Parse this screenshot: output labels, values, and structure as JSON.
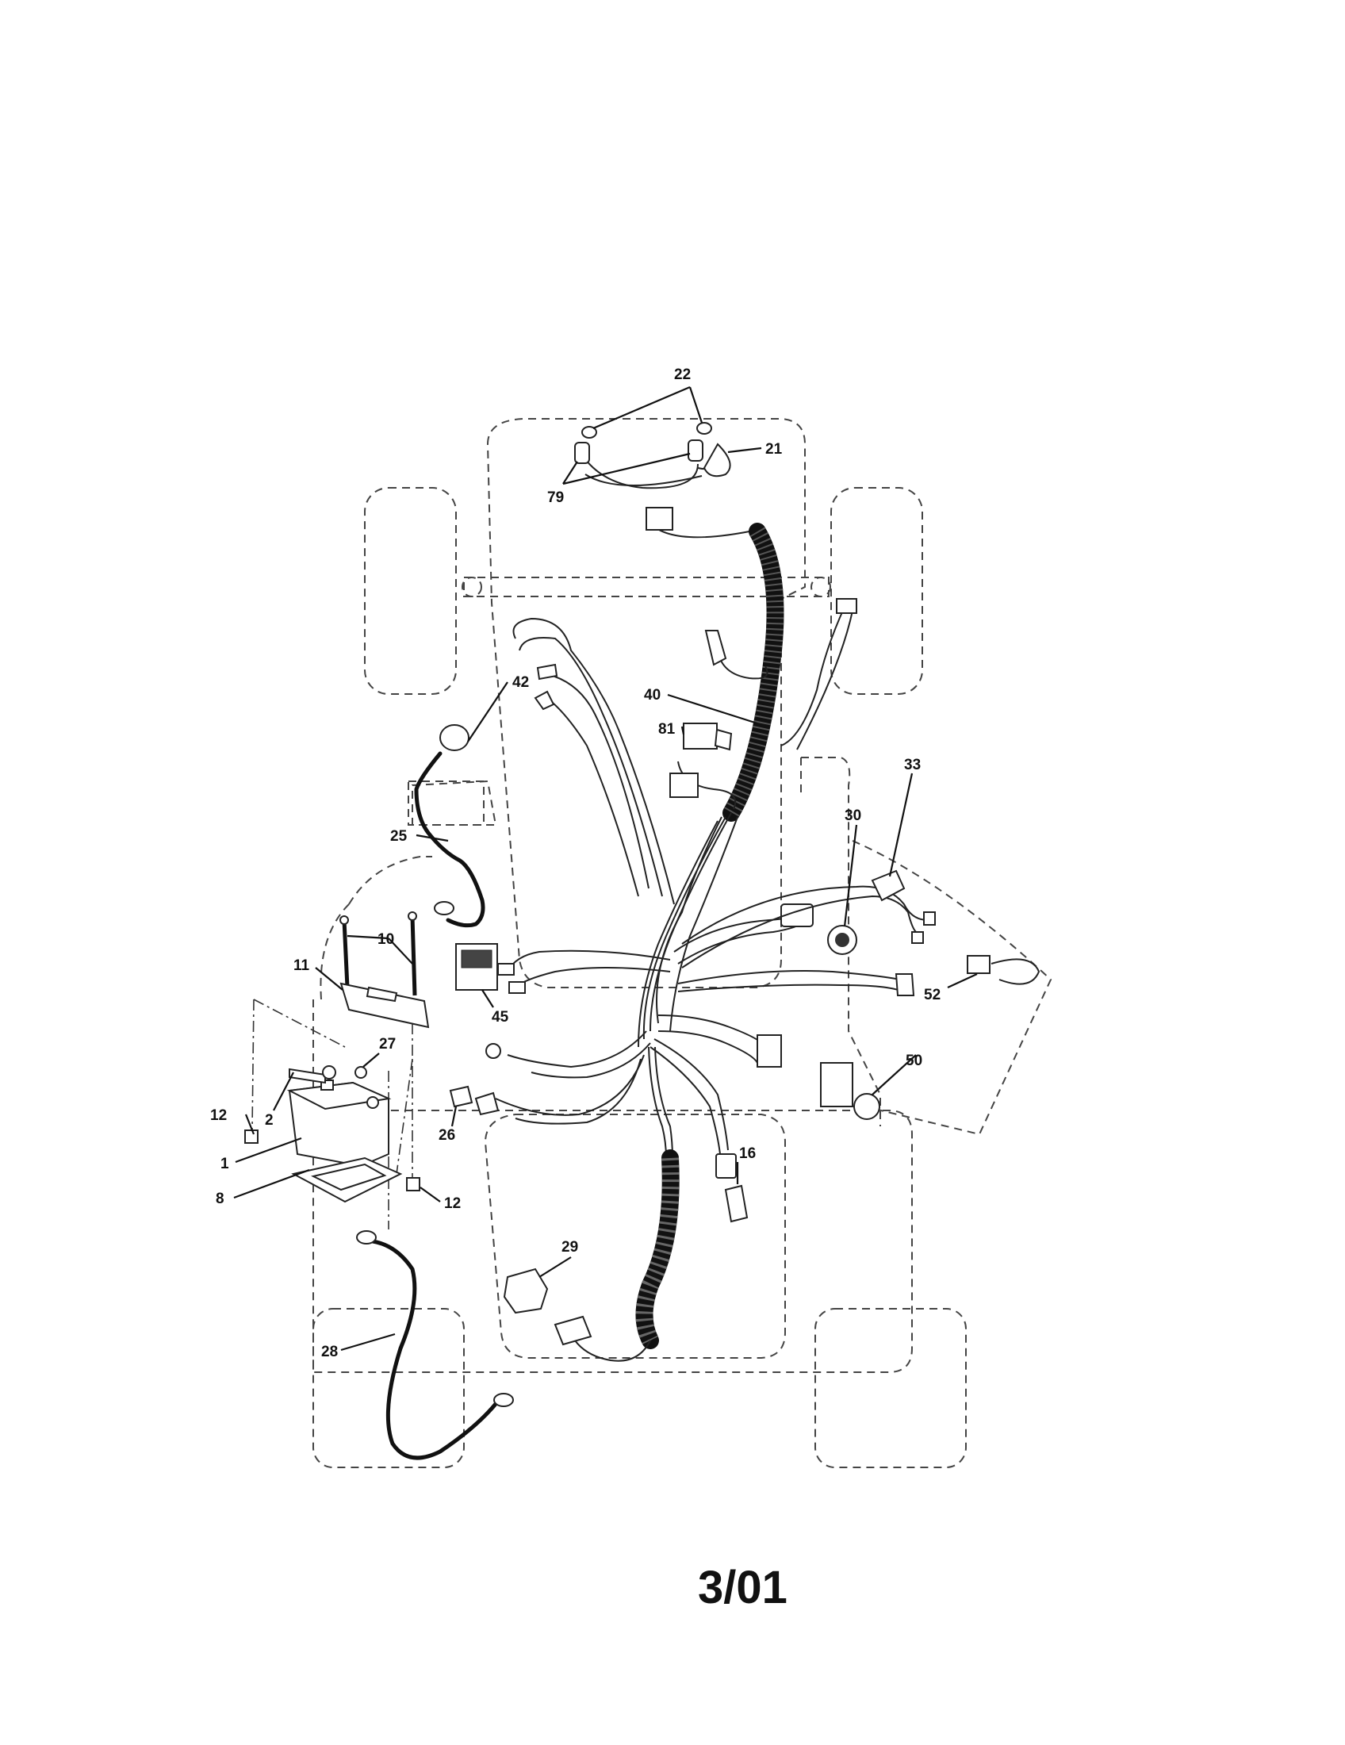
{
  "callouts": {
    "c22": "22",
    "c21": "21",
    "c79": "79",
    "c40": "40",
    "c81": "81",
    "c42": "42",
    "c25": "25",
    "c33": "33",
    "c30": "30",
    "c10": "10",
    "c11": "11",
    "c45": "45",
    "c52": "52",
    "c27": "27",
    "c12a": "12",
    "c2": "2",
    "c1": "1",
    "c8": "8",
    "c26": "26",
    "c50": "50",
    "c16": "16",
    "c12b": "12",
    "c29": "29",
    "c28": "28"
  },
  "page_code": "3/01"
}
